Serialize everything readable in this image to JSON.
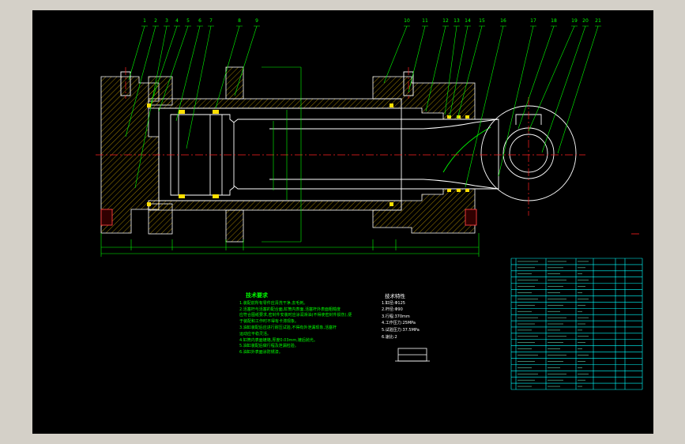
{
  "drawing": {
    "balloons": [
      "1",
      "2",
      "3",
      "4",
      "5",
      "6",
      "7",
      "8",
      "9",
      "10",
      "11",
      "12",
      "13",
      "14",
      "15",
      "16",
      "17",
      "18",
      "19",
      "20",
      "21"
    ],
    "tech_title": "技术要求",
    "tech_lines": [
      "1.装配前所有零件应清洗干净,去毛刺。",
      "2.活塞杆与活塞的配合面,缸筒内表面,活塞杆外表面粗糙度",
      "应符合图纸要求,密封件安装时应涂润滑油(不得使密封件损伤),便",
      "于装配和工作时不得有卡滞现象。",
      "3.油缸装配后应进行耐压试验,不得有外泄漏现象,活塞杆",
      "运动应平稳灵活。",
      "4.缸筒内表面镀铬,厚度0.03mm,镀后抛光。",
      "5.油缸装配后做行程及泄漏检验。",
      "6.油缸外表面涂防锈漆。"
    ],
    "spec_title": "技术特性",
    "spec_lines": [
      "1.缸径:Φ125",
      "2.杆径:Φ90",
      "3.行程:370mm",
      "4.工作压力:25MPa",
      "5.试验压力:37.5MPa",
      "6.速比:2"
    ]
  },
  "colors": {
    "sheet": "#000000",
    "outline": "#ffffff",
    "leader": "#00ff00",
    "dimension": "#00ff00",
    "hatch": "#c8a000",
    "centerline": "#ff2020",
    "seal": "#ffe000",
    "table": "#00ffff",
    "text": "#00ff00",
    "frame": "#d4d0c8"
  }
}
